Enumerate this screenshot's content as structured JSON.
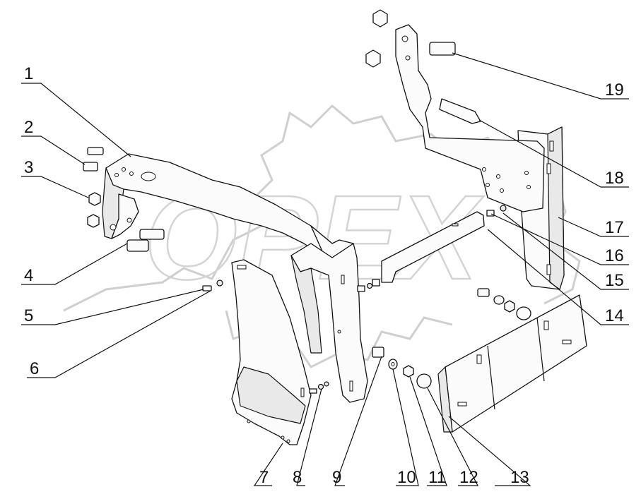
{
  "callouts": [
    {
      "id": "1",
      "label": "1"
    },
    {
      "id": "2",
      "label": "2"
    },
    {
      "id": "3",
      "label": "3"
    },
    {
      "id": "4",
      "label": "4"
    },
    {
      "id": "5",
      "label": "5"
    },
    {
      "id": "6",
      "label": "6"
    },
    {
      "id": "7",
      "label": "7"
    },
    {
      "id": "8",
      "label": "8"
    },
    {
      "id": "9",
      "label": "9"
    },
    {
      "id": "10",
      "label": "10"
    },
    {
      "id": "11",
      "label": "11"
    },
    {
      "id": "12",
      "label": "12"
    },
    {
      "id": "13",
      "label": "13"
    },
    {
      "id": "14",
      "label": "14"
    },
    {
      "id": "15",
      "label": "15"
    },
    {
      "id": "16",
      "label": "16"
    },
    {
      "id": "17",
      "label": "17"
    },
    {
      "id": "18",
      "label": "18"
    },
    {
      "id": "19",
      "label": "19"
    }
  ],
  "watermark": {
    "text": "OPEX"
  },
  "colors": {
    "line": "#111111",
    "watermark": "#cfcfcf",
    "background": "#ffffff"
  }
}
